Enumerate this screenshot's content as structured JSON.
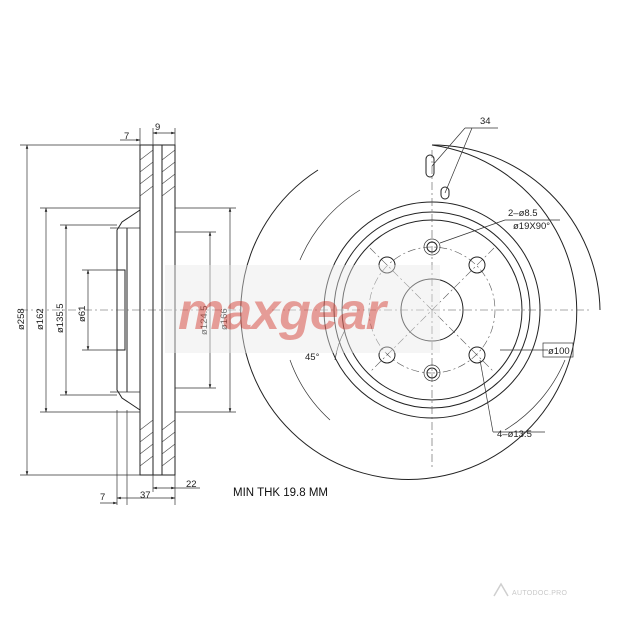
{
  "brand": {
    "logo_text": "maxgear",
    "logo_color": "#d02a1e"
  },
  "side_view": {
    "dims": {
      "top_left": "7",
      "top_right": "9",
      "bottom_left": "7",
      "bottom_mid": "37",
      "bottom_right": "22",
      "d_outer": "ø258",
      "d_162": "ø162",
      "d_135": "ø135.5",
      "d_61": "ø61",
      "d_124": "ø124.5",
      "d_166": "ø166"
    }
  },
  "front_view": {
    "callouts": {
      "c34": "34",
      "holes_2": "2–ø8.5",
      "countersink": "ø19X90°",
      "pcd": "ø100",
      "holes_4": "4–ø13.5",
      "angle": "45°"
    }
  },
  "notes": {
    "min_thickness": "MIN THK 19.8 MM"
  },
  "watermark": {
    "text": "AUTODOC.PRO"
  }
}
